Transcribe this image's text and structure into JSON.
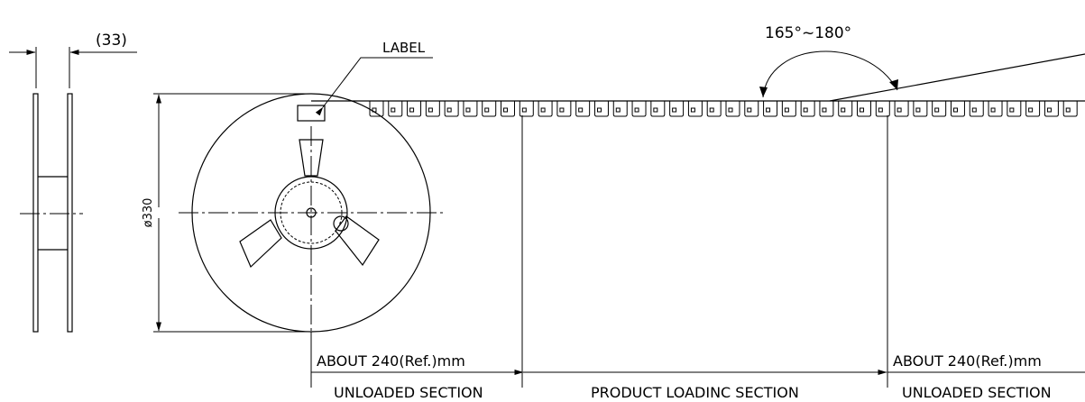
{
  "labels": {
    "side_dim": "(33)",
    "label_tag": "LABEL",
    "diameter": "ø330",
    "angle": "165°~180°",
    "left_length": "ABOUT  240(Ref.)mm",
    "right_length": "ABOUT  240(Ref.)mm",
    "left_section": "UNLOADED  SECTION",
    "middle_section": "PRODUCT  LOADINC  SECTION",
    "right_section": "UNLOADED  SECTION"
  },
  "tape": {
    "pocket_count": 38
  }
}
